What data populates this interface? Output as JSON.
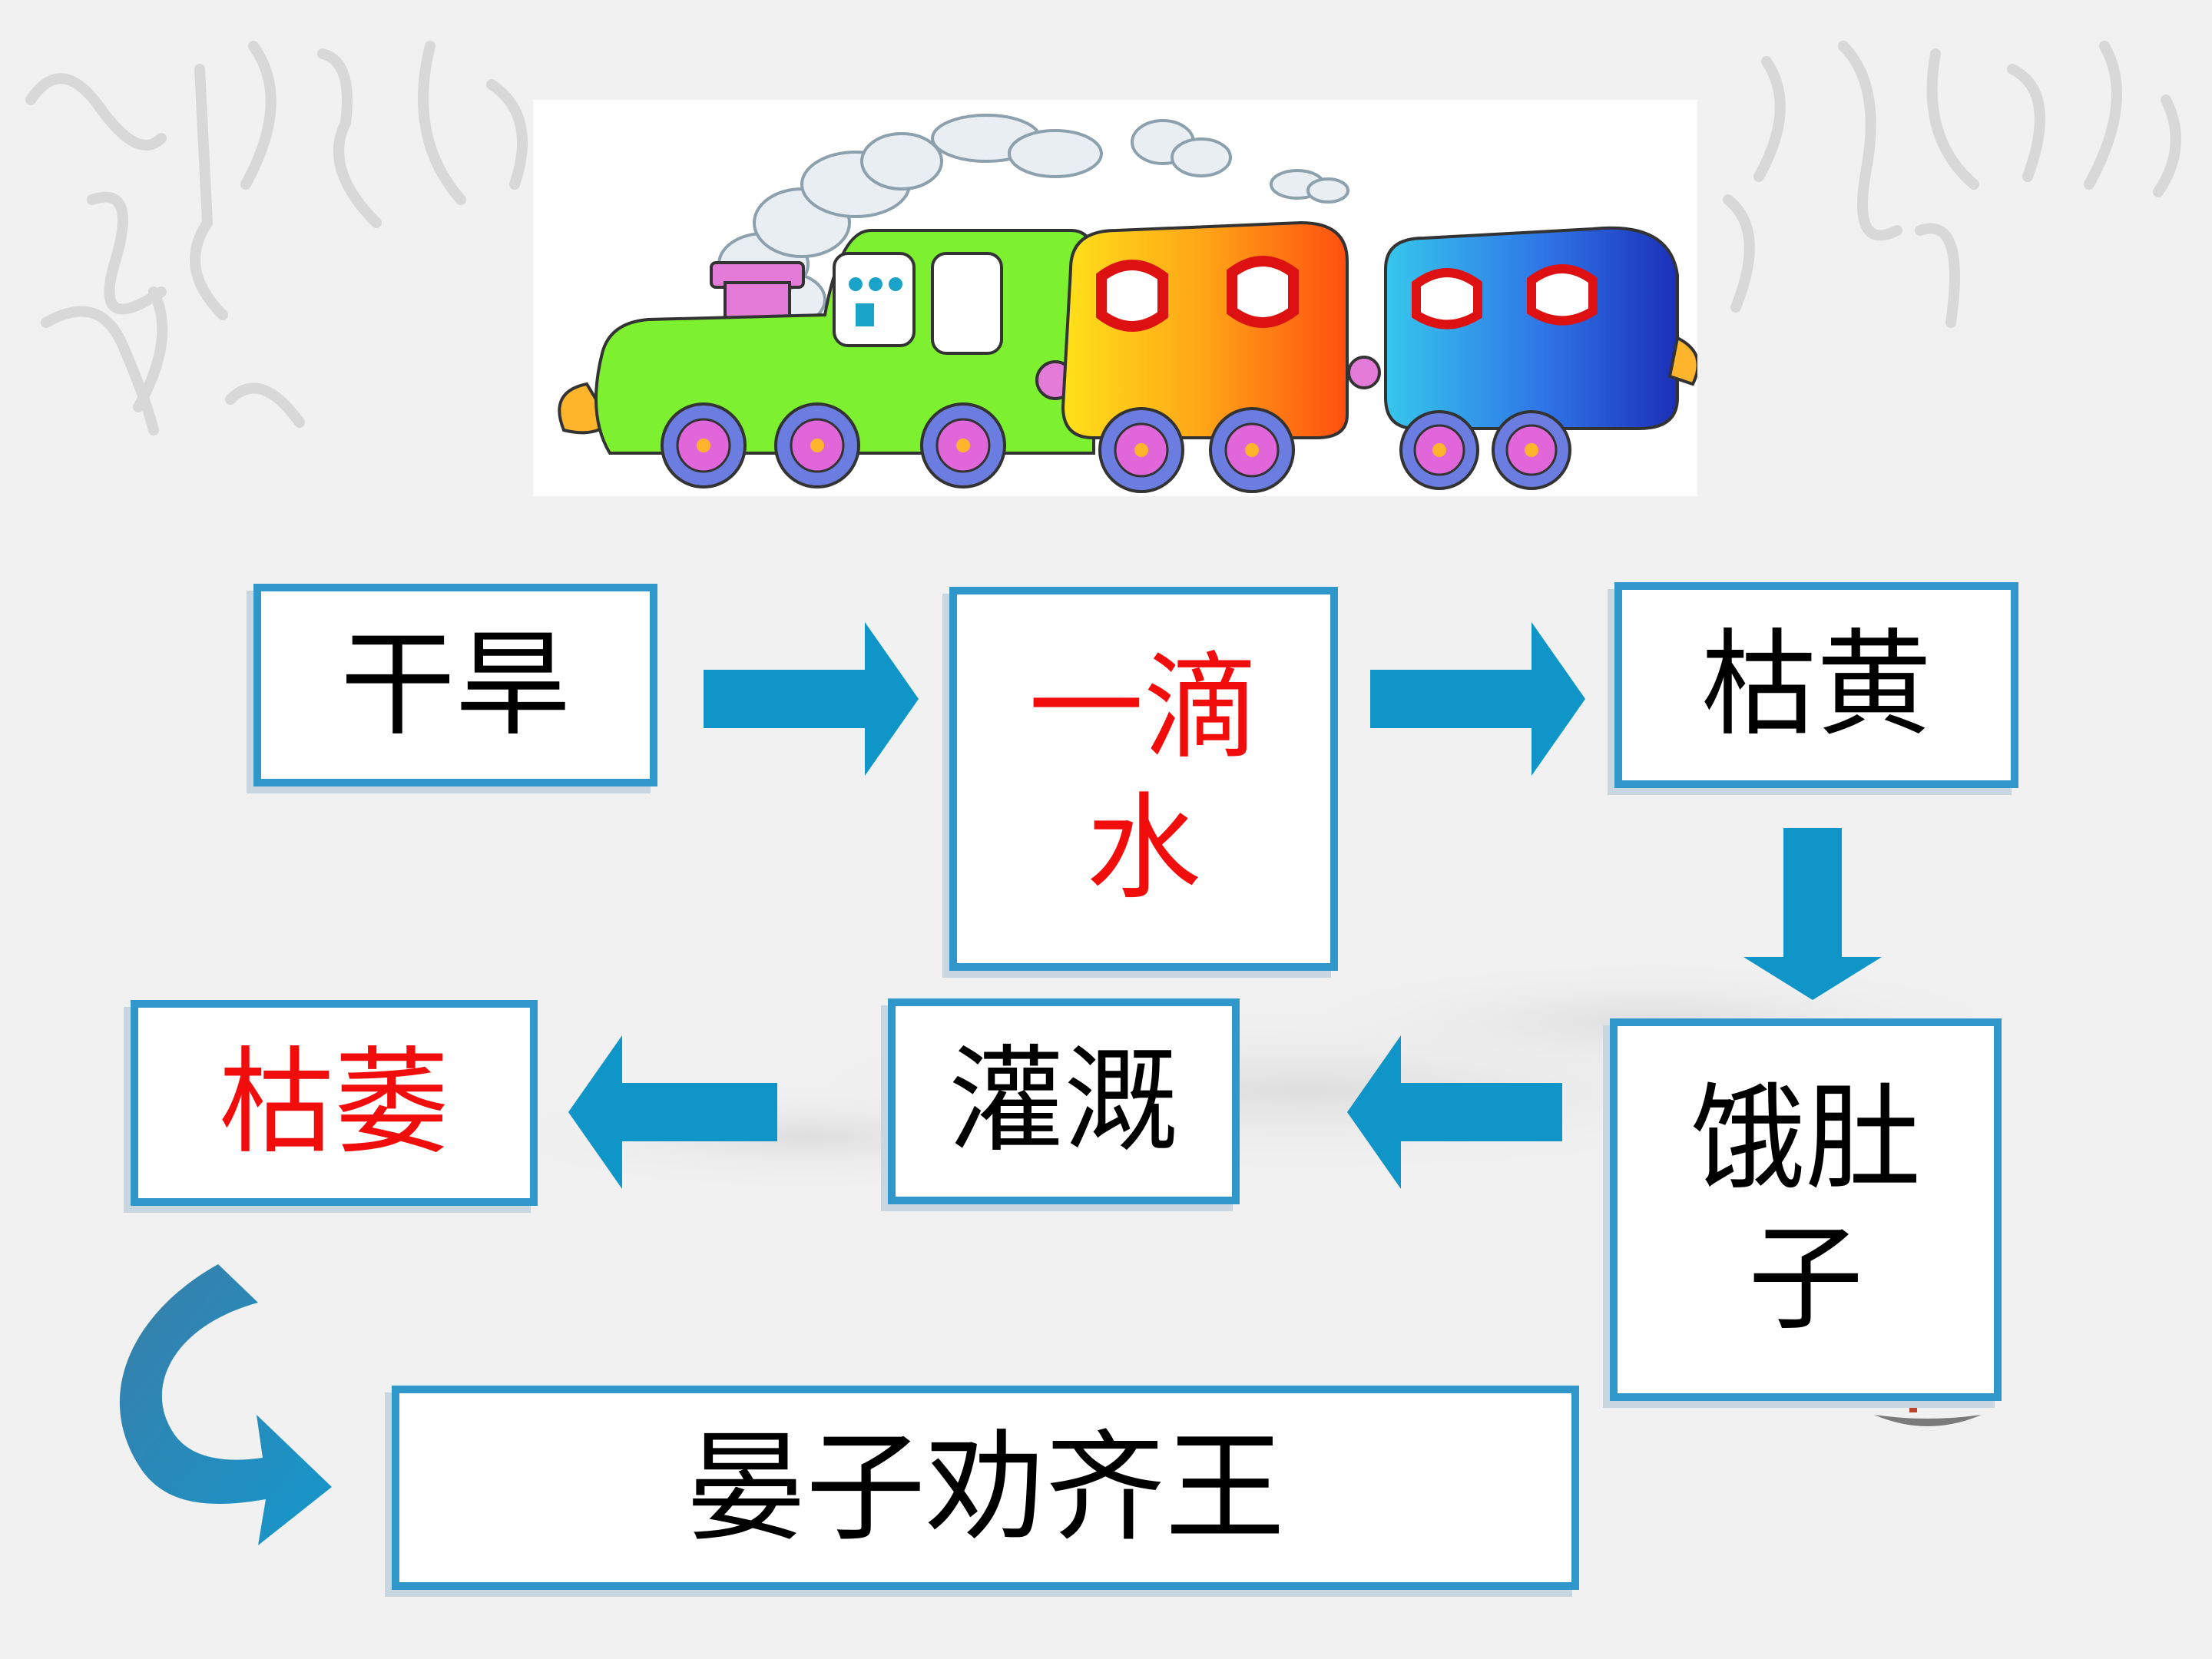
{
  "flow": {
    "box1": "干旱",
    "box2": "一滴水",
    "box3": "枯黄",
    "box4": "饿肚子",
    "box5": "灌溉",
    "box6": "枯萎",
    "box7": "晏子劝齐王"
  },
  "colors": {
    "border": "#2f97c9",
    "arrow": "#0f95c8",
    "emphasis_text": "#f20d0d",
    "text": "#000000"
  },
  "icons": [
    "train-illustration",
    "right-arrow",
    "down-arrow",
    "left-arrow",
    "curved-arrow"
  ]
}
